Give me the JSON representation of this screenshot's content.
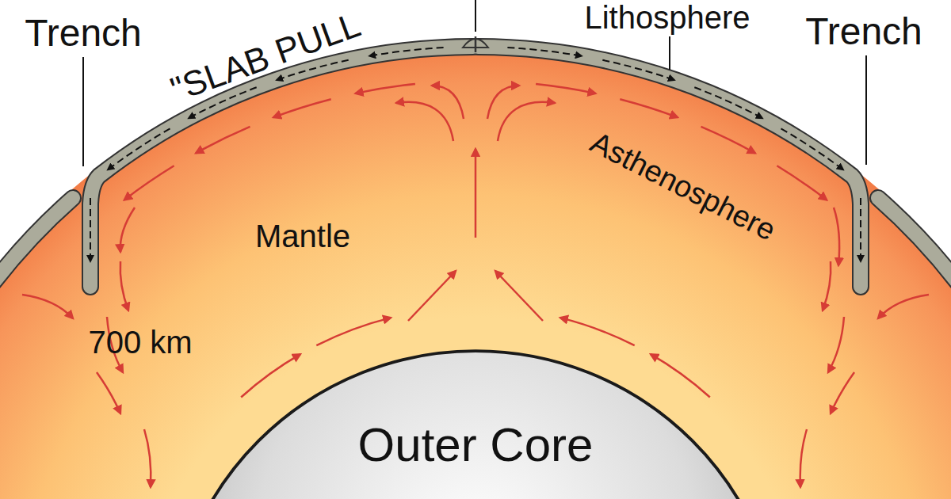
{
  "diagram": {
    "nodes": [
      {
        "text": [
          "Outer Core"
        ]
      }
    ],
    "labels": [
      "Trench",
      "\"SLAB PULL",
      "Lithosphere",
      "Trench",
      "Asthenosphere",
      "Mantle",
      "700 km"
    ]
  }
}
